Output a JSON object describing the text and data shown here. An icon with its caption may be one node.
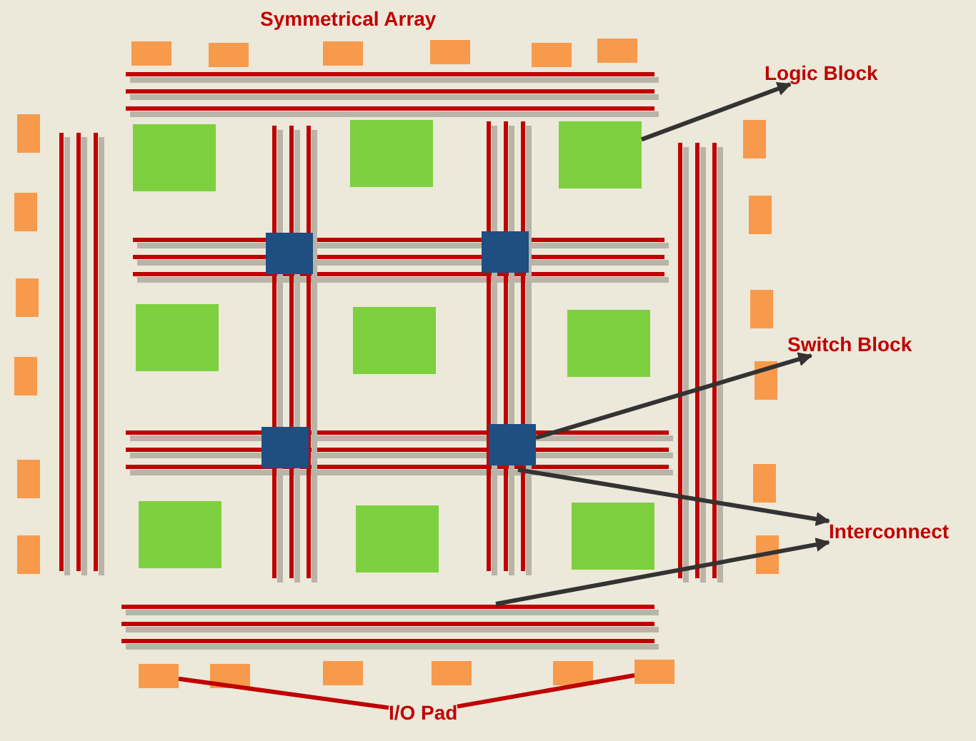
{
  "diagram": {
    "title": "Symmetrical Array",
    "nodes": [
      {
        "text": [
          "Logic Block"
        ]
      },
      {
        "text": [],
        "shape": "box"
      },
      {
        "text": [],
        "shape": "box"
      },
      {
        "text": [],
        "shape": "box"
      },
      {
        "text": [],
        "shape": "box"
      },
      {
        "text": [],
        "shape": "box"
      },
      {
        "text": [],
        "shape": "box"
      },
      {
        "text": [],
        "shape": "box"
      },
      {
        "text": [],
        "shape": "box"
      },
      {
        "text": [],
        "shape": "box"
      },
      {
        "text": [
          "Switch Block"
        ]
      },
      {
        "text": [],
        "shape": "box"
      },
      {
        "text": [],
        "shape": "box"
      },
      {
        "text": [],
        "shape": "box"
      },
      {
        "text": [],
        "shape": "box"
      },
      {
        "text": [
          "Interconnect"
        ]
      },
      {
        "text": [],
        "shape": "line"
      },
      {
        "text": [],
        "shape": "line"
      },
      {
        "text": [],
        "shape": "line"
      },
      {
        "text": [],
        "shape": "line"
      },
      {
        "text": [],
        "shape": "line"
      },
      {
        "text": [],
        "shape": "line"
      },
      {
        "text": [],
        "shape": "line"
      },
      {
        "text": [],
        "shape": "line"
      },
      {
        "text": [
          "I/O Pad"
        ]
      },
      {
        "text": [],
        "shape": "box"
      },
      {
        "text": [],
        "shape": "box"
      },
      {
        "text": [],
        "shape": "box"
      },
      {
        "text": [],
        "shape": "box"
      },
      {
        "text": [],
        "shape": "box"
      },
      {
        "text": [],
        "shape": "box"
      },
      {
        "text": [],
        "shape": "box"
      },
      {
        "text": [],
        "shape": "box"
      },
      {
        "text": [],
        "shape": "box"
      },
      {
        "text": [],
        "shape": "box"
      },
      {
        "text": [],
        "shape": "box"
      },
      {
        "text": [],
        "shape": "box"
      },
      {
        "text": [],
        "shape": "box"
      },
      {
        "text": [],
        "shape": "box"
      },
      {
        "text": [],
        "shape": "box"
      },
      {
        "text": [],
        "shape": "box"
      },
      {
        "text": [],
        "shape": "box"
      },
      {
        "text": [],
        "shape": "box"
      },
      {
        "text": [],
        "shape": "box"
      },
      {
        "text": [],
        "shape": "box"
      },
      {
        "text": [],
        "shape": "box"
      },
      {
        "text": [],
        "shape": "box"
      },
      {
        "text": [],
        "shape": "box"
      },
      {
        "text": [],
        "shape": "box"
      }
    ],
    "edges": [
      {
        "from": 3,
        "to": 0,
        "arrow": "to"
      },
      {
        "from": 14,
        "to": 10,
        "arrow": "to"
      },
      {
        "from": 18,
        "to": 15,
        "arrow": "to"
      },
      {
        "from": 19,
        "to": 15,
        "arrow": "to"
      },
      {
        "from": 24,
        "to": 43,
        "arrow": "none",
        "color": "#c00000"
      },
      {
        "from": 24,
        "to": 48,
        "arrow": "none",
        "color": "#c00000"
      }
    ]
  }
}
